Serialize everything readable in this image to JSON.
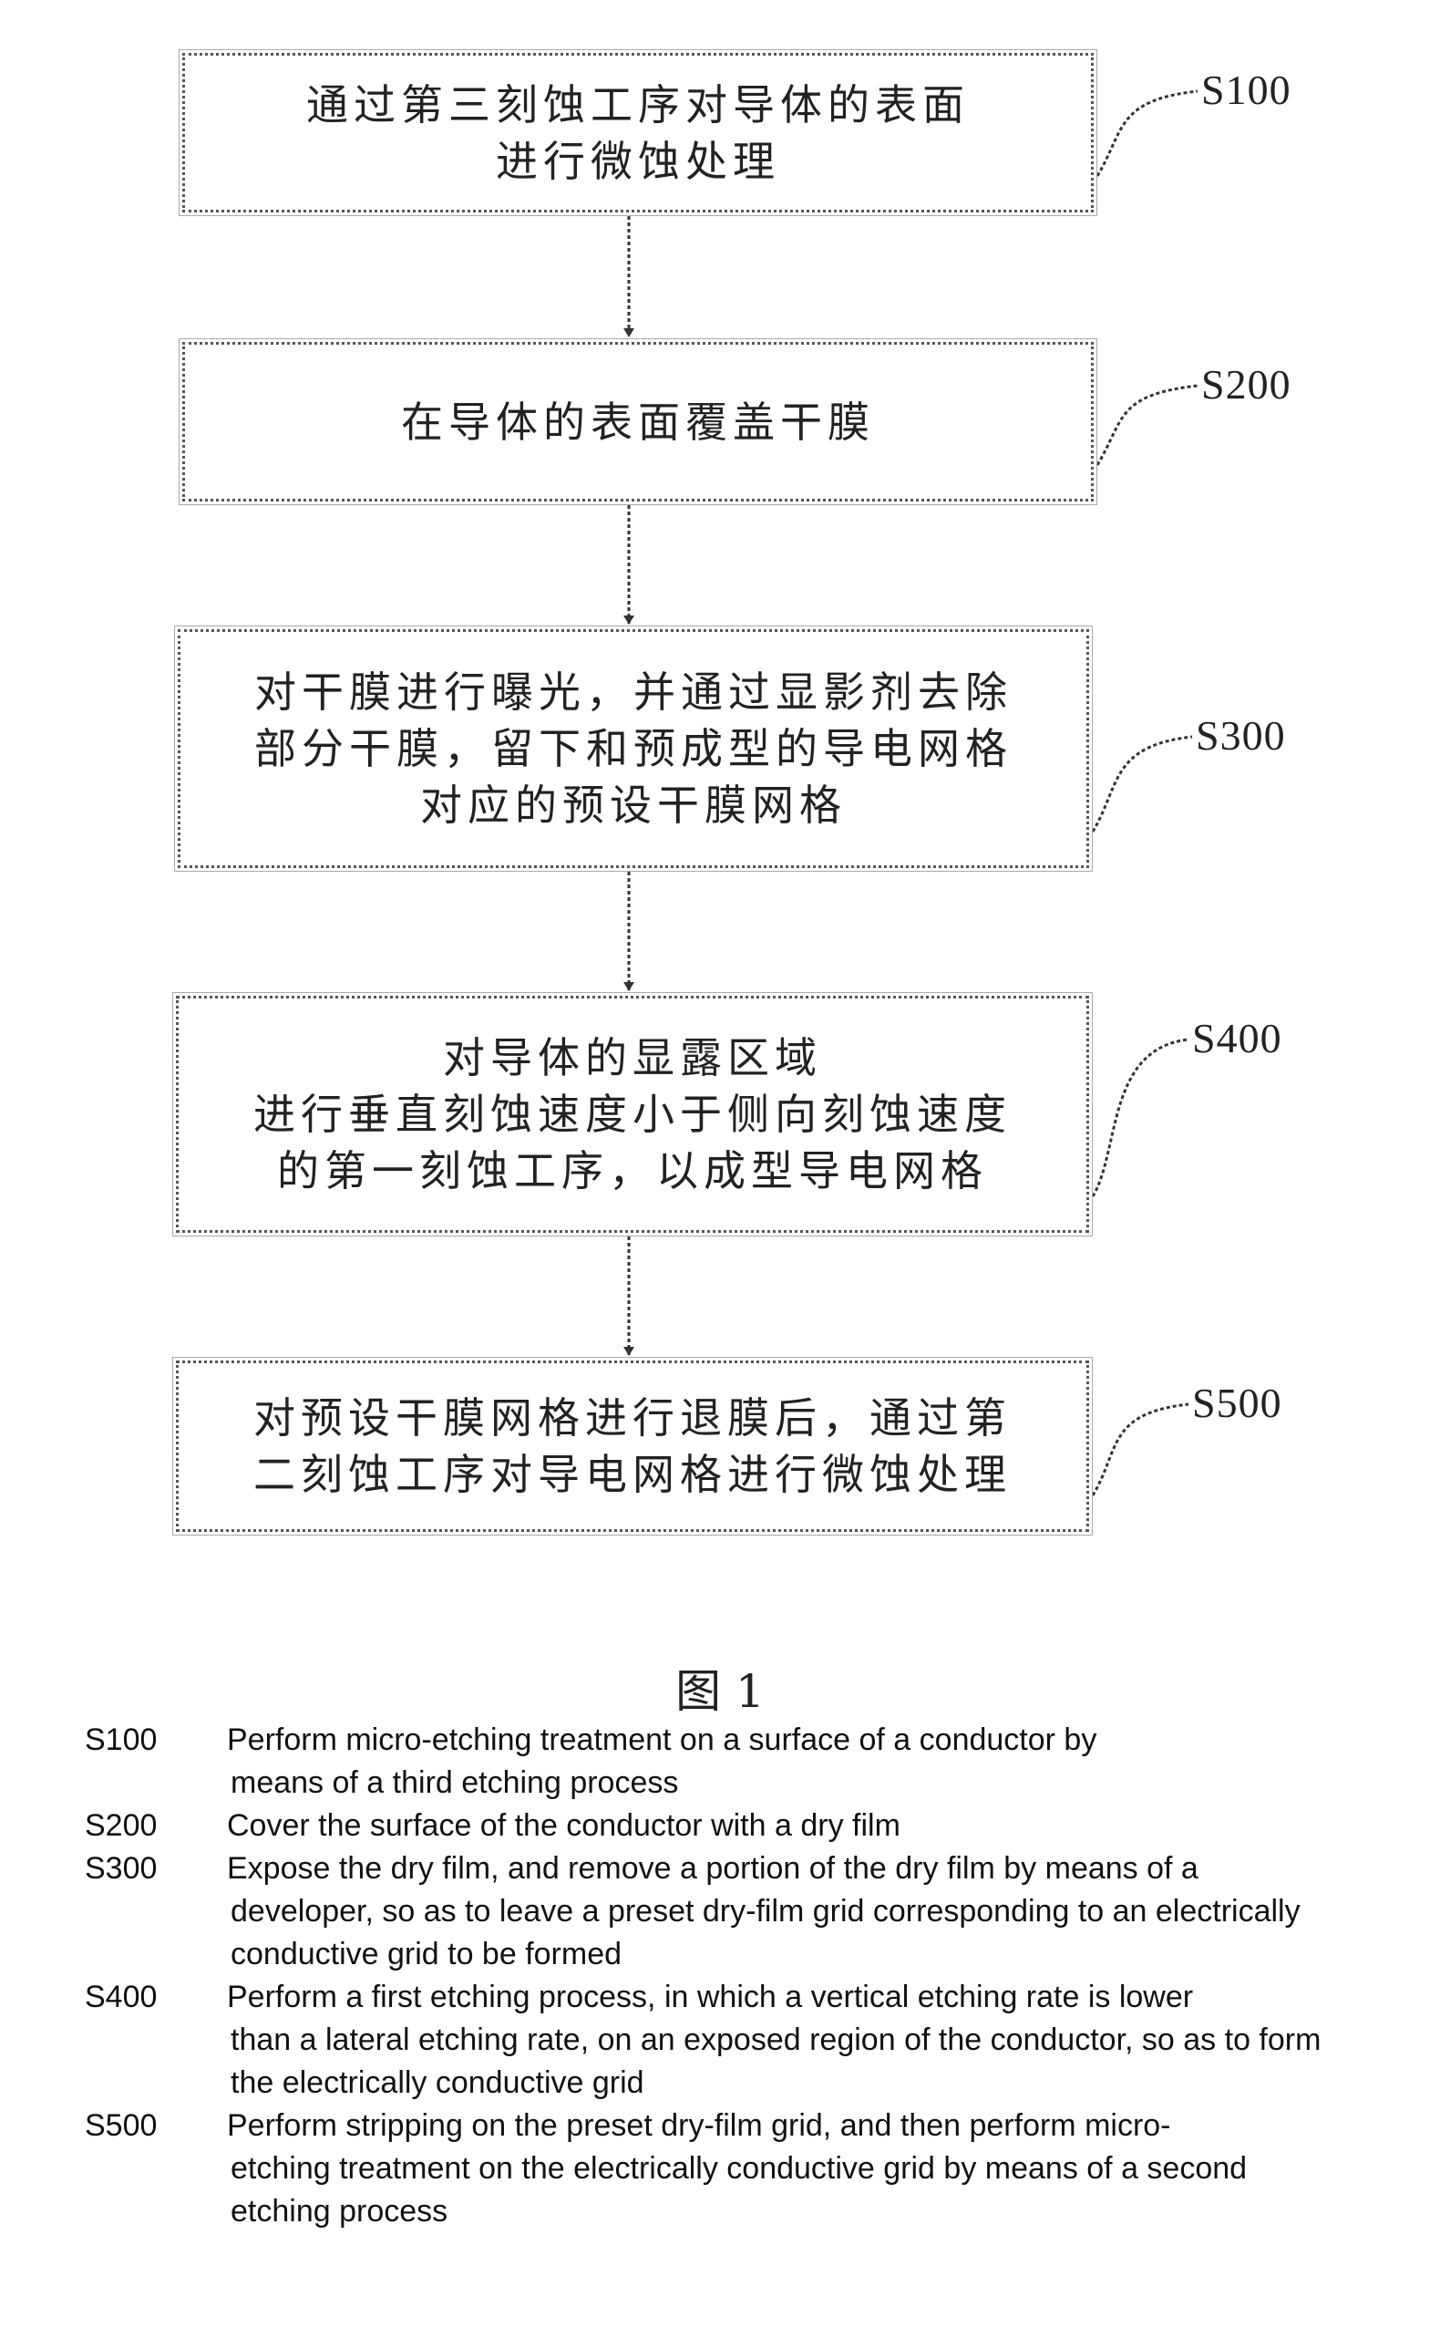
{
  "steps": [
    {
      "id": "S100",
      "lines": [
        "通过第三刻蚀工序对导体的表面",
        "进行微蚀处理"
      ]
    },
    {
      "id": "S200",
      "lines": [
        "在导体的表面覆盖干膜"
      ]
    },
    {
      "id": "S300",
      "lines": [
        "对干膜进行曝光，并通过显影剂去除",
        "部分干膜，留下和预成型的导电网格",
        "对应的预设干膜网格"
      ]
    },
    {
      "id": "S400",
      "lines": [
        "对导体的显露区域",
        "进行垂直刻蚀速度小于侧向刻蚀速度",
        "的第一刻蚀工序，以成型导电网格"
      ]
    },
    {
      "id": "S500",
      "lines": [
        "对预设干膜网格进行退膜后，通过第",
        "二刻蚀工序对导电网格进行微蚀处理"
      ]
    }
  ],
  "figure_caption": "图 1",
  "legend": [
    {
      "code": "S100",
      "lines": [
        "Perform micro-etching treatment on a surface of a conductor by",
        "means of a third etching process"
      ]
    },
    {
      "code": "S200",
      "lines": [
        "Cover the surface of the conductor with a dry film"
      ]
    },
    {
      "code": "S300",
      "lines": [
        "Expose the dry film, and remove a portion of the dry film by means of a",
        "developer, so as to leave a preset dry-film grid corresponding to an electrically",
        "conductive grid to be formed"
      ]
    },
    {
      "code": "S400",
      "lines": [
        "Perform a first etching process, in which a vertical etching rate is lower",
        "than a lateral etching rate, on an exposed region of the conductor, so as to form",
        "the electrically conductive grid"
      ]
    },
    {
      "code": "S500",
      "lines": [
        "Perform stripping on the preset dry-film grid, and then perform micro-",
        "etching treatment on the electrically conductive grid by means of a second",
        "etching process"
      ]
    }
  ]
}
